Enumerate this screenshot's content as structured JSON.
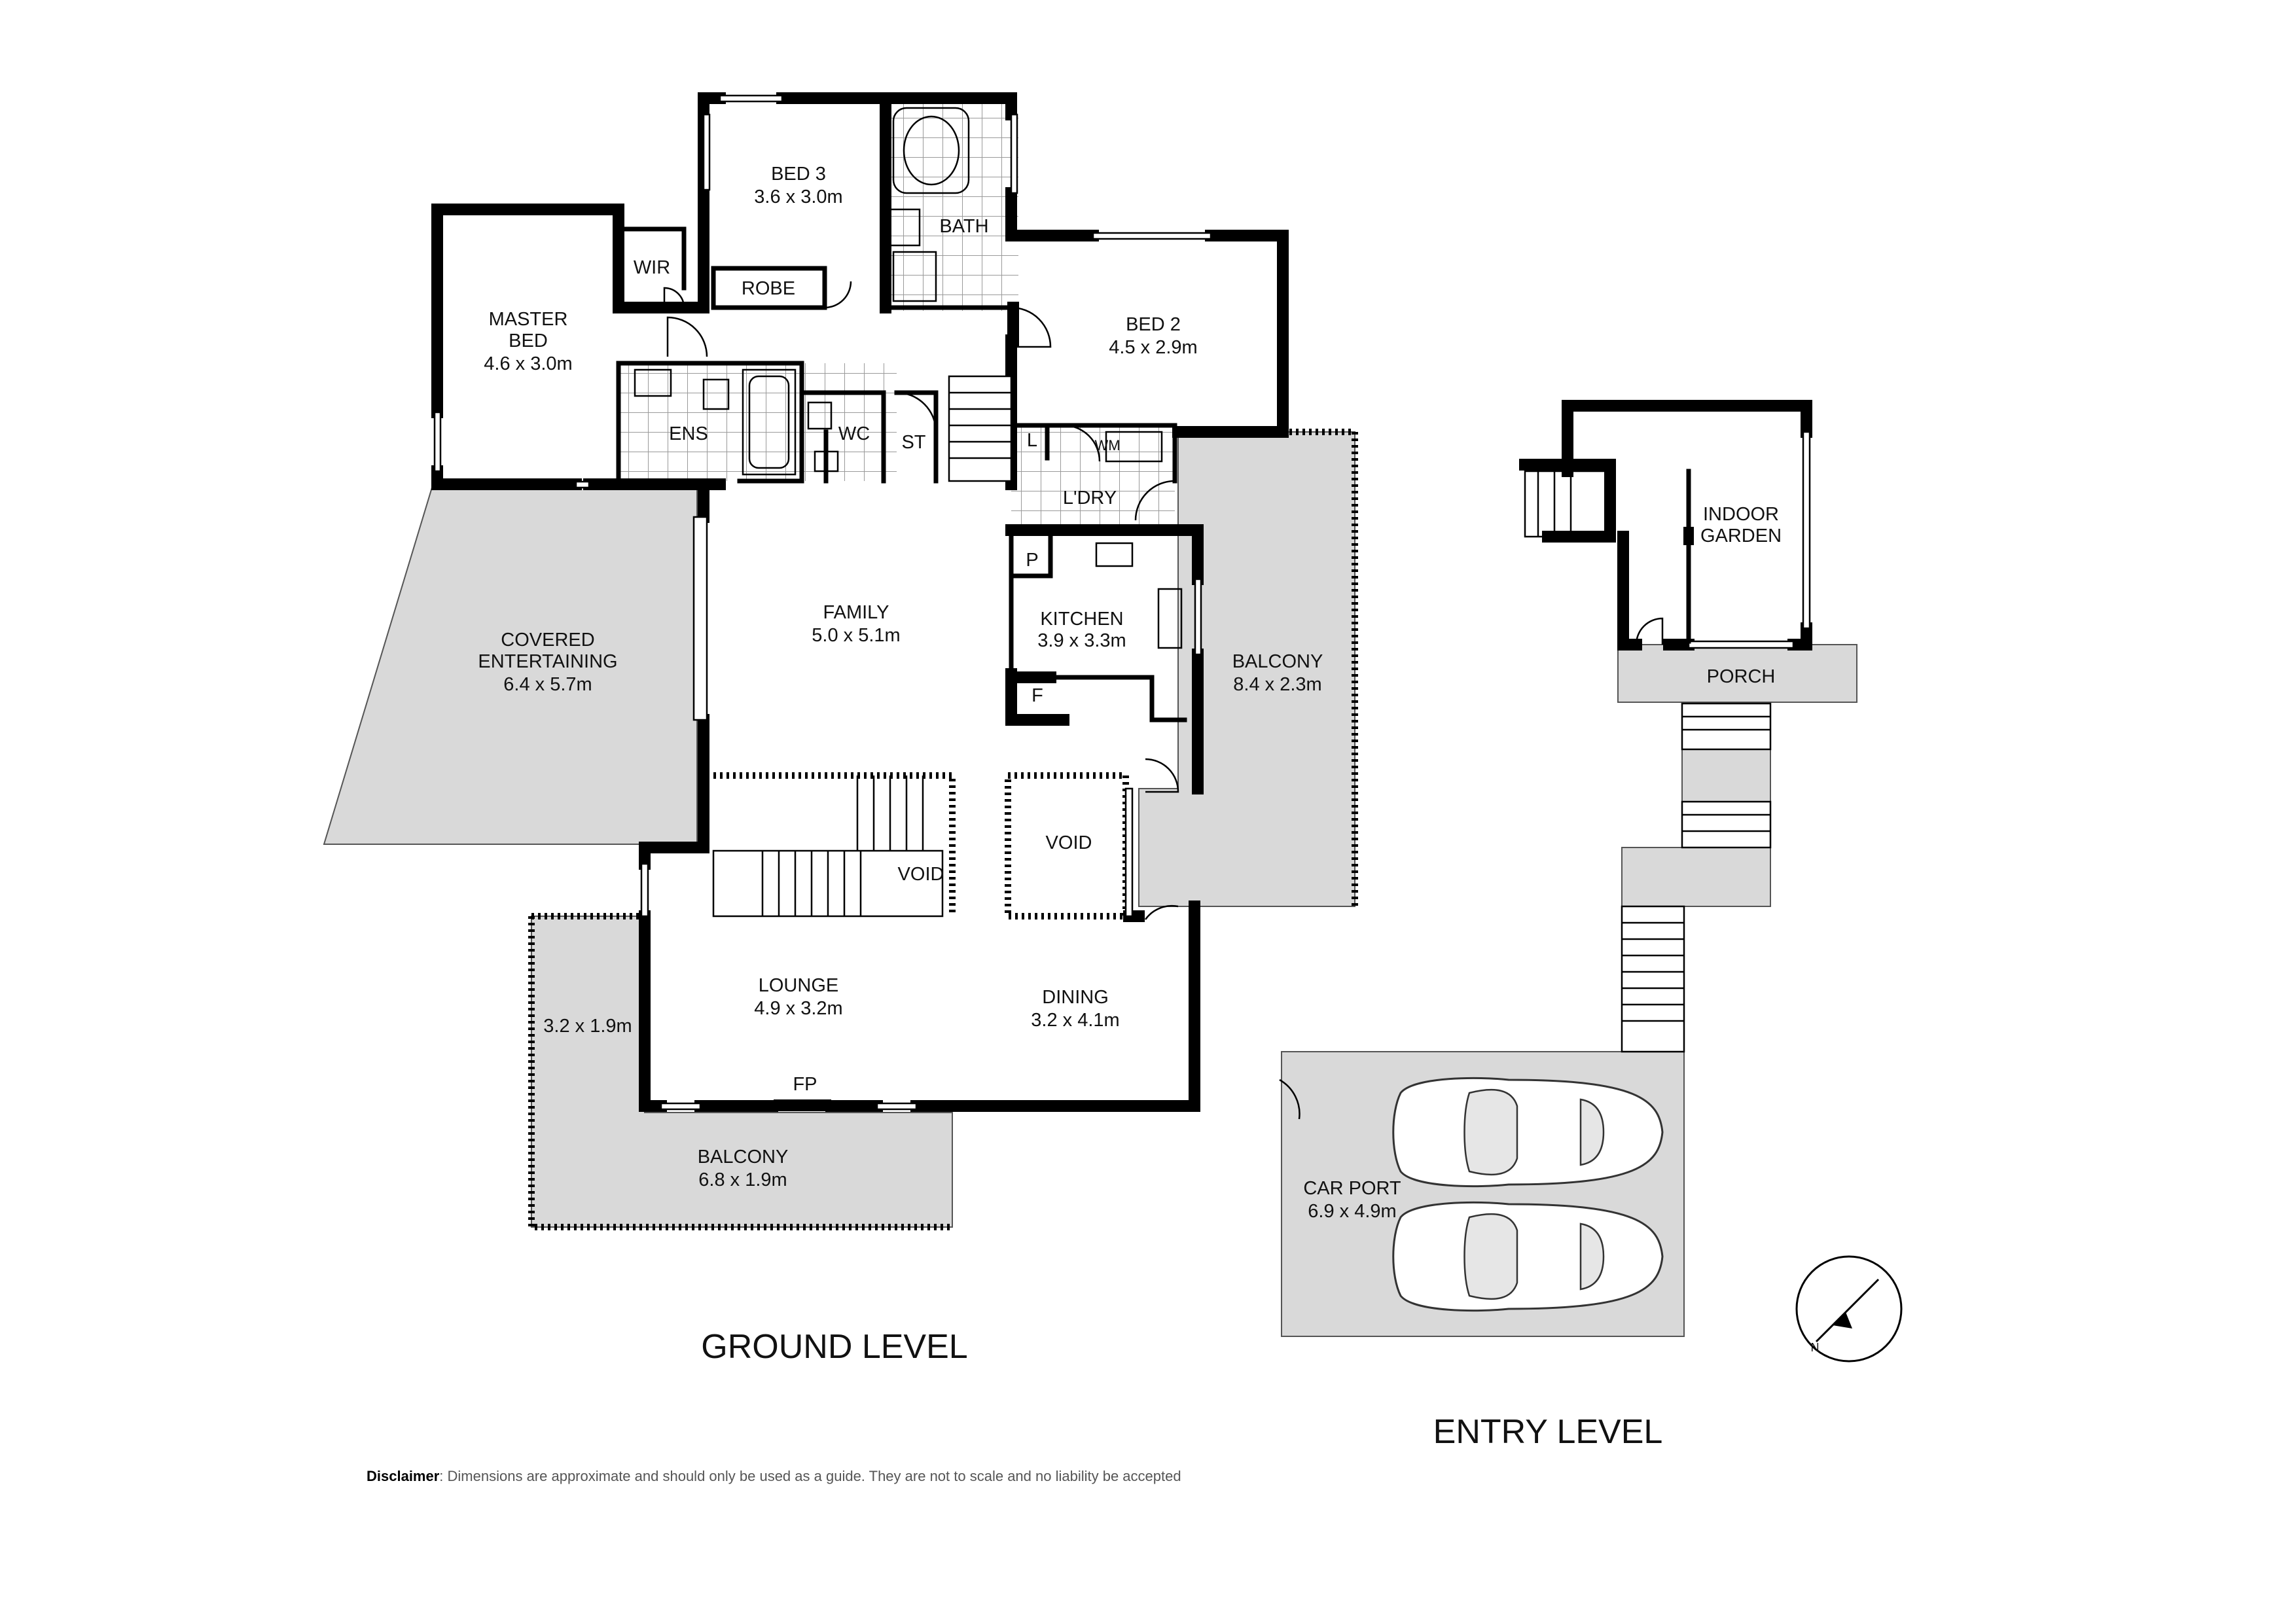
{
  "floor_plan": {
    "ground_level": {
      "title": "GROUND LEVEL",
      "rooms": {
        "master_bed": {
          "name_line1": "MASTER",
          "name_line2": "BED",
          "size": "4.6 x 3.0m"
        },
        "wir": {
          "name": "WIR"
        },
        "bed3": {
          "name": "BED 3",
          "size": "3.6 x 3.0m"
        },
        "robe": {
          "name": "ROBE"
        },
        "bath": {
          "name": "BATH"
        },
        "bed2": {
          "name": "BED 2",
          "size": "4.5 x 2.9m"
        },
        "ens": {
          "name": "ENS"
        },
        "wc": {
          "name": "WC"
        },
        "st": {
          "name": "ST"
        },
        "linen": {
          "name": "L"
        },
        "wm": {
          "name": "WM"
        },
        "laundry": {
          "name": "L'DRY"
        },
        "covered_entertaining": {
          "name_line1": "COVERED",
          "name_line2": "ENTERTAINING",
          "size": "6.4 x 5.7m"
        },
        "family": {
          "name": "FAMILY",
          "size": "5.0 x 5.1m"
        },
        "pantry": {
          "name": "P"
        },
        "kitchen": {
          "name": "KITCHEN",
          "size": "3.9 x 3.3m"
        },
        "fridge": {
          "name": "F"
        },
        "balcony_side": {
          "name": "BALCONY",
          "size": "8.4 x 2.3m"
        },
        "void_right": {
          "name": "VOID"
        },
        "void_stair": {
          "name": "VOID"
        },
        "lounge": {
          "name": "LOUNGE",
          "size": "4.9 x 3.2m"
        },
        "fireplace": {
          "name": "FP"
        },
        "dining": {
          "name": "DINING",
          "size": "3.2 x 4.1m"
        },
        "side_deck": {
          "size": "3.2 x 1.9m"
        },
        "balcony_front": {
          "name": "BALCONY",
          "size": "6.8 x 1.9m"
        }
      }
    },
    "entry_level": {
      "title": "ENTRY LEVEL",
      "rooms": {
        "indoor_garden": {
          "name_line1": "INDOOR",
          "name_line2": "GARDEN"
        },
        "porch": {
          "name": "PORCH"
        },
        "car_port": {
          "name": "CAR PORT",
          "size": "6.9 x 4.9m"
        }
      },
      "compass_letter": "N"
    },
    "disclaimer": {
      "label": "Disclaimer",
      "text": ": Dimensions are approximate and should only be used as a guide. They are not to scale and no liability be accepted"
    }
  }
}
